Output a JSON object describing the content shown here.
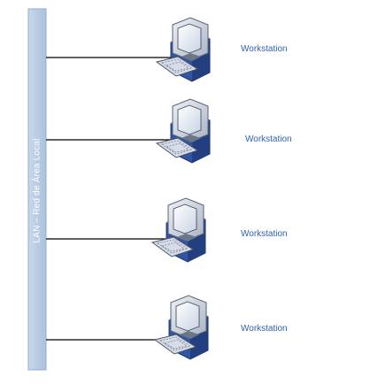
{
  "diagram": {
    "bus": {
      "label": "LAN – Red de Área Local",
      "fill_color": "#b8cde3",
      "border_color": "#93aecb",
      "text_color": "#ffffff"
    },
    "connector_color": "#000000",
    "label_color": "#2f5fb0",
    "nodes": [
      {
        "label": "Workstation",
        "icon": "workstation-icon"
      },
      {
        "label": "Workstation",
        "icon": "workstation-icon"
      },
      {
        "label": "Workstation",
        "icon": "workstation-icon"
      },
      {
        "label": "Workstation",
        "icon": "workstation-icon"
      }
    ]
  }
}
